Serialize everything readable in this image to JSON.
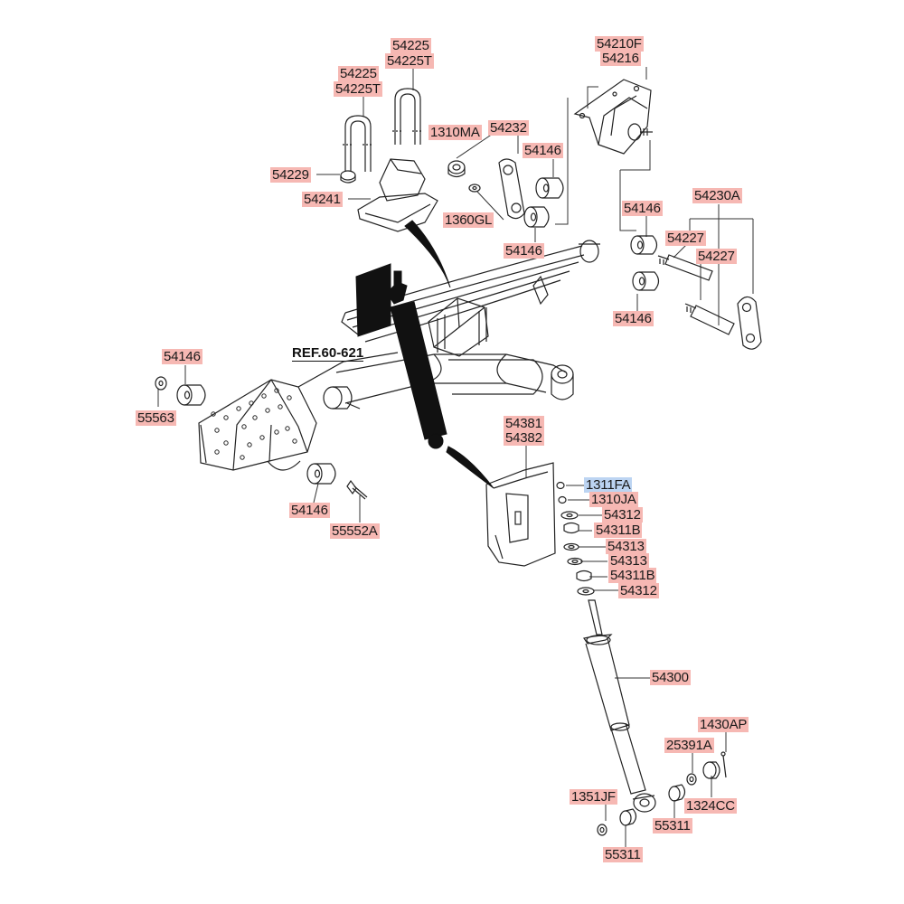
{
  "reference": "REF.60-621",
  "highlight_color": "#bcd4f2",
  "label_color": "#f6b8b3",
  "labels": {
    "l_54225_a": "54225",
    "l_54225T_a": "54225T",
    "l_54225_b": "54225",
    "l_54225T_b": "54225T",
    "l_54210F": "54210F",
    "l_54216": "54216",
    "l_1310MA": "1310MA",
    "l_54232": "54232",
    "l_54146_top": "54146",
    "l_54229": "54229",
    "l_54241": "54241",
    "l_1360GL": "1360GL",
    "l_54146_mid": "54146",
    "l_54146_shackle": "54146",
    "l_54230A": "54230A",
    "l_54227_a": "54227",
    "l_54227_b": "54227",
    "l_54146_right": "54146",
    "l_54146_left": "54146",
    "l_55563": "55563",
    "l_54381": "54381",
    "l_54382": "54382",
    "l_1311FA": "1311FA",
    "l_1310JA": "1310JA",
    "l_54312_a": "54312",
    "l_54311B_a": "54311B",
    "l_54313_a": "54313",
    "l_54313_b": "54313",
    "l_54311B_b": "54311B",
    "l_54312_b": "54312",
    "l_54146_bottom": "54146",
    "l_55552A": "55552A",
    "l_54300": "54300",
    "l_1430AP": "1430AP",
    "l_25391A": "25391A",
    "l_1324CC": "1324CC",
    "l_1351JF": "1351JF",
    "l_55311_a": "55311",
    "l_55311_b": "55311"
  }
}
